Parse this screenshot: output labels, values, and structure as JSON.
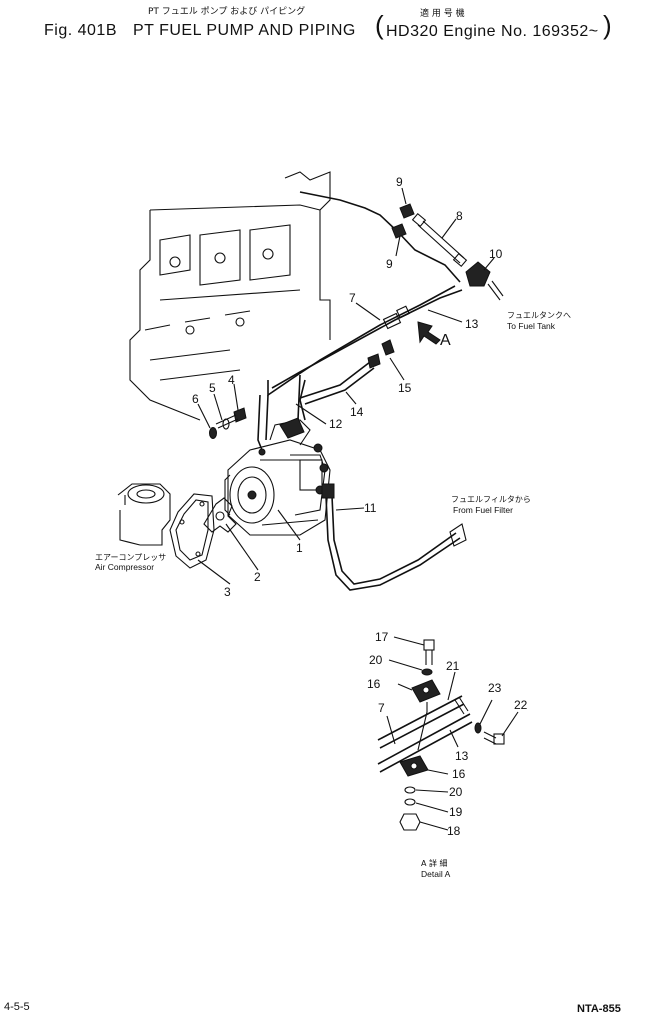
{
  "header": {
    "fig_label": "Fig. 401B",
    "title_jp": "PT フュエル ポンプ および パイピング",
    "title_en": "PT FUEL PUMP AND PIPING",
    "serial_jp": "適 用 号 機",
    "serial_en": "HD320 Engine No. 169352~"
  },
  "callouts": {
    "c1": "1",
    "c2": "2",
    "c3": "3",
    "c4": "4",
    "c5": "5",
    "c6": "6",
    "c7": "7",
    "c8": "8",
    "c9a": "9",
    "c9b": "9",
    "c10": "10",
    "c11": "11",
    "c12": "12",
    "c13": "13",
    "c14": "14",
    "c15": "15",
    "d7": "7",
    "d13": "13",
    "d16a": "16",
    "d16b": "16",
    "d17": "17",
    "d18": "18",
    "d19": "19",
    "d20a": "20",
    "d20b": "20",
    "d21": "21",
    "d22": "22",
    "d23": "23",
    "arrow_a": "A"
  },
  "notes": {
    "to_tank_jp": "フュエルタンクへ",
    "to_tank_en": "To Fuel Tank",
    "from_filter_jp": "フュエルフィルタから",
    "from_filter_en": "From Fuel Filter",
    "air_comp_jp": "エアーコンプレッサ",
    "air_comp_en": "Air Compressor",
    "detail_jp": "A 詳 細",
    "detail_en": "Detail A"
  },
  "footer": {
    "page_ref": "4-5-5",
    "code": "NTA-855"
  }
}
